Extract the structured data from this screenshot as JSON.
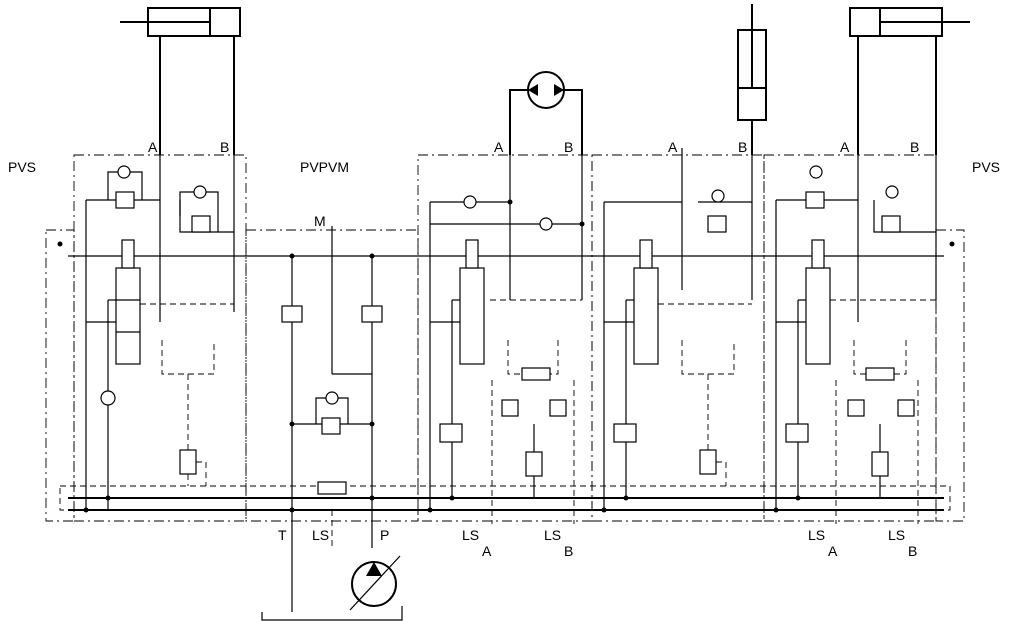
{
  "labels": {
    "pvs_left": "PVS",
    "pvs_right": "PVS",
    "pvpvm": "PVPVM",
    "m": "M",
    "t": "T",
    "p": "P",
    "ls_center": "LS",
    "sec1_a": "A",
    "sec1_b": "B",
    "sec2_a": "A",
    "sec2_b": "B",
    "sec3_a": "A",
    "sec3_b": "B",
    "sec4_a": "A",
    "sec4_b": "B",
    "sec2_ls1": "LS",
    "sec2_ls1_sub": "A",
    "sec2_ls2": "LS",
    "sec2_ls2_sub": "B",
    "sec4_ls1": "LS",
    "sec4_ls1_sub": "A",
    "sec4_ls2": "LS",
    "sec4_ls2_sub": "B"
  }
}
